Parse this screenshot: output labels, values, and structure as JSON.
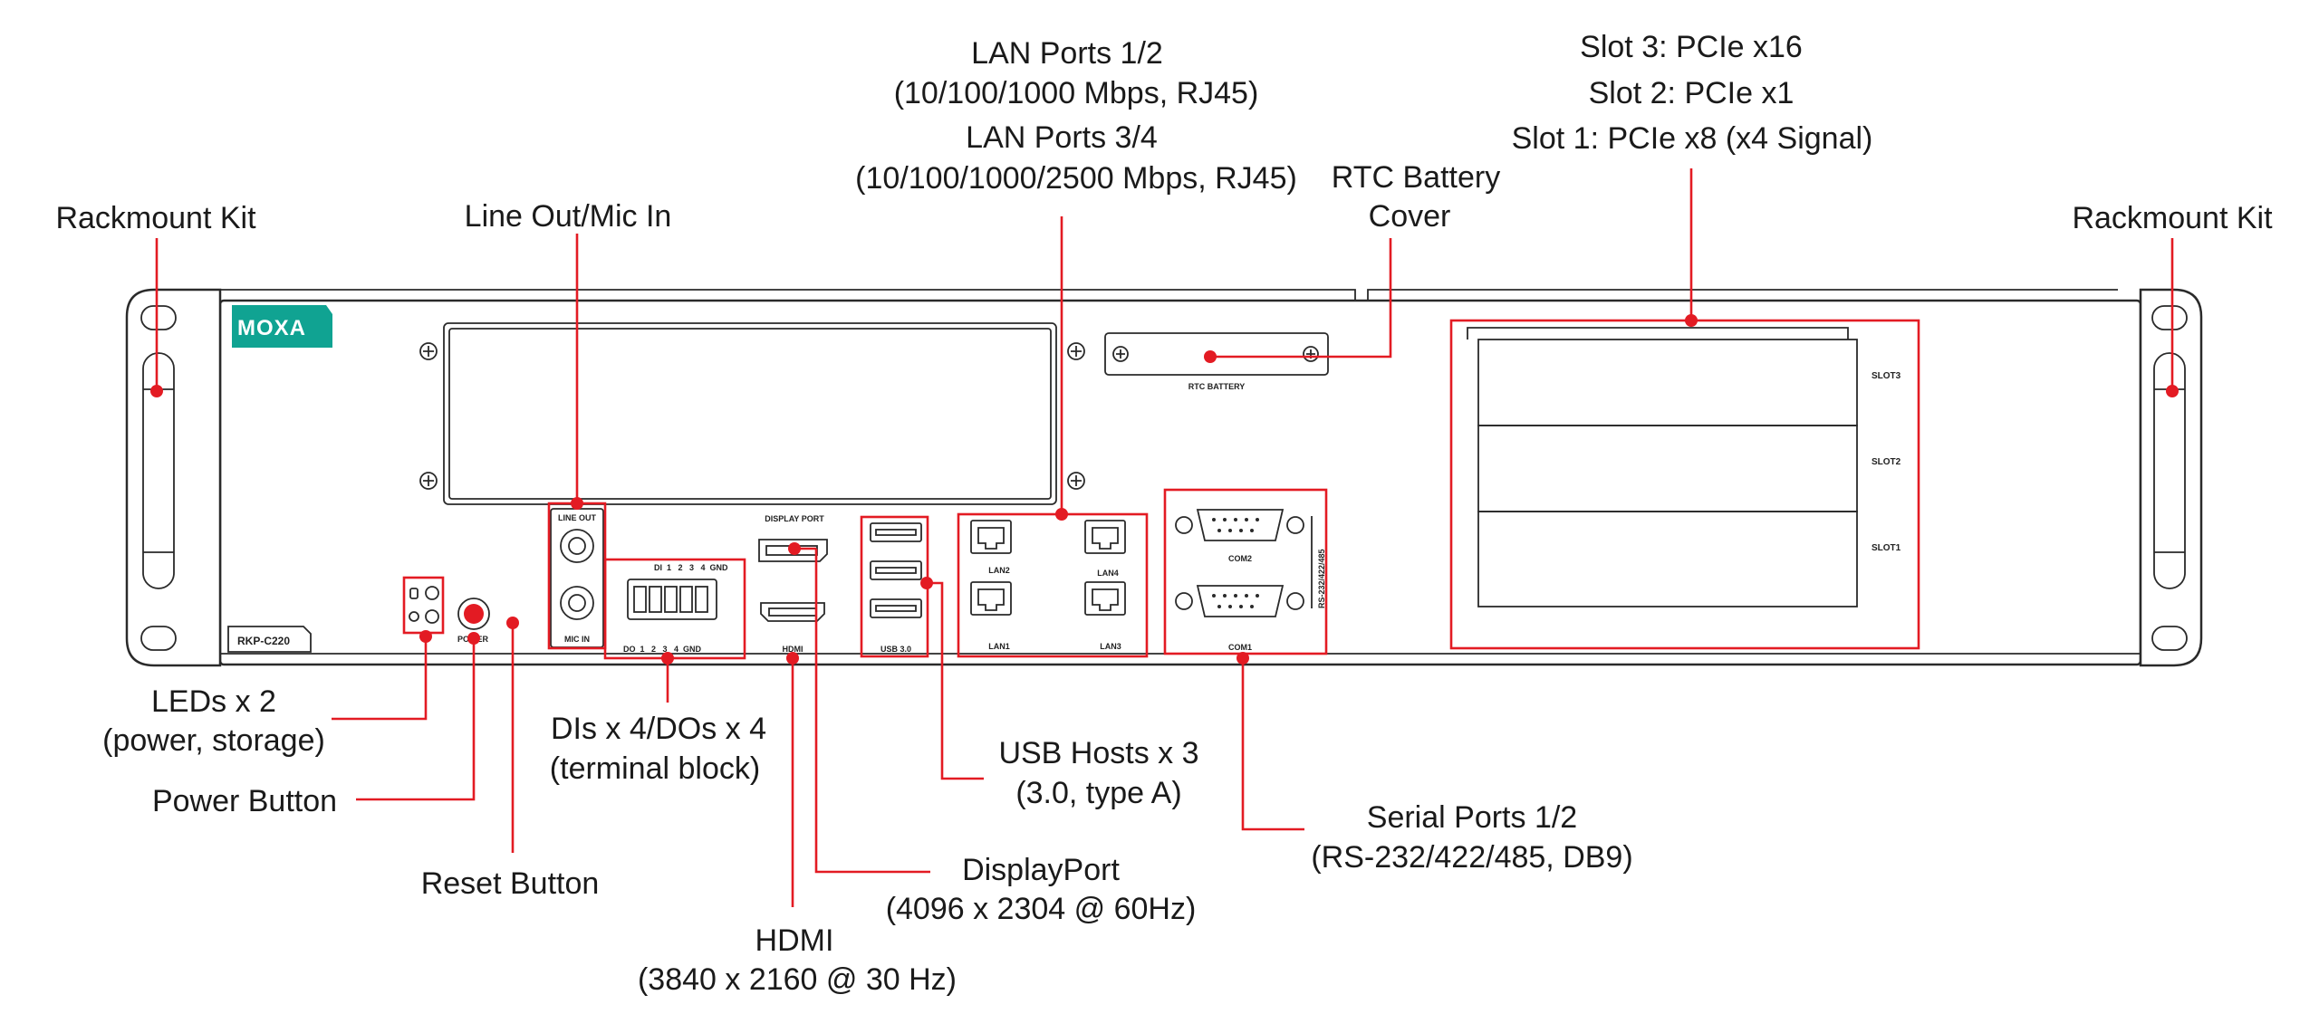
{
  "brand": {
    "logo_text": "MOXA",
    "logo_color": "#10a392"
  },
  "device": {
    "model": "RKP-C220",
    "panel": {
      "line_out": "LINE OUT",
      "mic_in": "MIC IN",
      "power": "POWER",
      "di_header": "DI  1   2   3   4  GND",
      "do_header": "DO  1   2   3   4  GND",
      "display_port": "DISPLAY PORT",
      "hdmi": "HDMI",
      "usb": "USB 3.0",
      "lan1": "LAN1",
      "lan2": "LAN2",
      "lan3": "LAN3",
      "lan4": "LAN4",
      "com1": "COM1",
      "com2": "COM2",
      "rs_side": "RS-232/422/485",
      "rtc": "RTC BATTERY",
      "slot1": "SLOT1",
      "slot2": "SLOT2",
      "slot3": "SLOT3"
    }
  },
  "colors": {
    "callout": "#e31b23",
    "outline": "#2a2a2a"
  },
  "callouts": {
    "rackmount_left": "Rackmount Kit",
    "line_out_mic": "Line Out/Mic In",
    "lan12_title": "LAN Ports 1/2",
    "lan12_spec": "(10/100/1000 Mbps, RJ45)",
    "lan34_title": "LAN Ports 3/4",
    "lan34_spec": "(10/100/1000/2500 Mbps, RJ45)",
    "rtc_line1": "RTC Battery",
    "rtc_line2": "Cover",
    "slot3": "Slot 3: PCIe x16",
    "slot2": "Slot 2: PCIe x1",
    "slot1": "Slot 1: PCIe x8 (x4 Signal)",
    "rackmount_right": "Rackmount Kit",
    "leds_line1": "LEDs x 2",
    "leds_line2": "(power, storage)",
    "power_button": "Power Button",
    "reset_button": "Reset Button",
    "dio_line1": "DIs x 4/DOs x 4",
    "dio_line2": "(terminal block)",
    "usb_line1": "USB Hosts x 3",
    "usb_line2": "(3.0, type A)",
    "serial_line1": "Serial Ports 1/2",
    "serial_line2": "(RS-232/422/485, DB9)",
    "dp_line1": "DisplayPort",
    "dp_line2": "(4096 x 2304 @ 60Hz)",
    "hdmi_line1": "HDMI",
    "hdmi_line2": "(3840 x 2160 @ 30 Hz)"
  }
}
